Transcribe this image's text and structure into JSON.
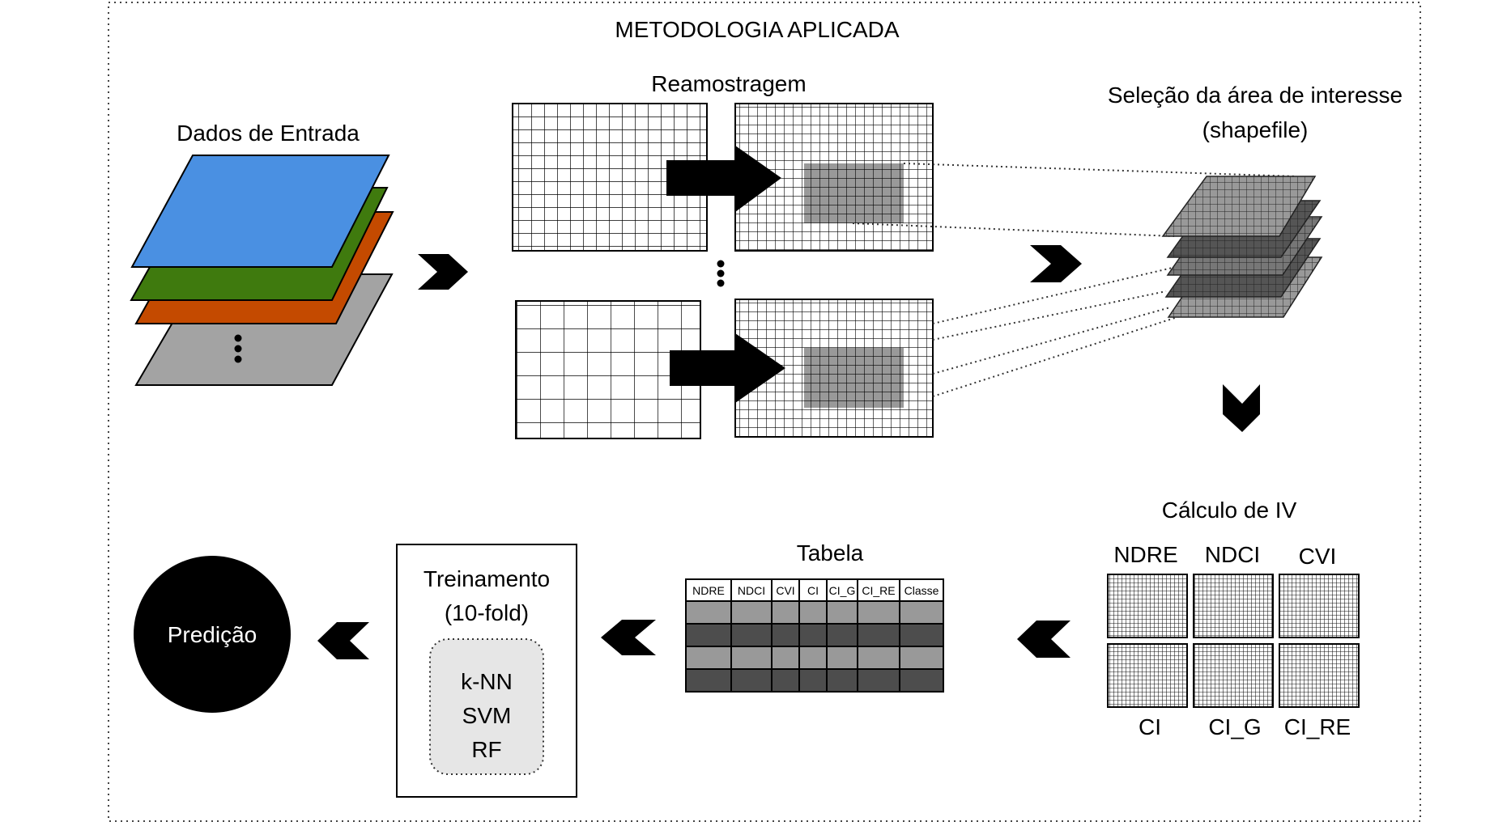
{
  "title": "METODOLOGIA APLICADA",
  "stages": {
    "input": {
      "label": "Dados de Entrada"
    },
    "resampling": {
      "label": "Reamostragem"
    },
    "aoi": {
      "line1": "Seleção da área de interesse",
      "line2": "(shapefile)"
    },
    "vi": {
      "label": "Cálculo de IV",
      "indices_top": [
        "NDRE",
        "NDCI",
        "CVI"
      ],
      "indices_bottom": [
        "CI",
        "CI_G",
        "CI_RE"
      ]
    },
    "table": {
      "label": "Tabela",
      "columns": [
        "NDRE",
        "NDCI",
        "CVI",
        "CI",
        "CI_G",
        "CI_RE",
        "Classe"
      ]
    },
    "training": {
      "line1": "Treinamento",
      "line2": "(10-fold)",
      "models": [
        "k-NN",
        "SVM",
        "RF"
      ]
    },
    "prediction": {
      "label": "Predição"
    }
  },
  "colors": {
    "layer_blue": "#4a90e2",
    "layer_green": "#3f7a0e",
    "layer_orange": "#c44a00",
    "layer_gray": "#a3a3a3",
    "aoi_fill": "#999999",
    "row_light": "#999999",
    "row_dark": "#4d4d4d",
    "models_box": "#e6e6e6"
  },
  "icons": [
    "chevron-right-icon",
    "chevron-down-icon",
    "chevron-left-icon",
    "block-arrow-right-icon",
    "vertical-ellipsis-icon"
  ]
}
